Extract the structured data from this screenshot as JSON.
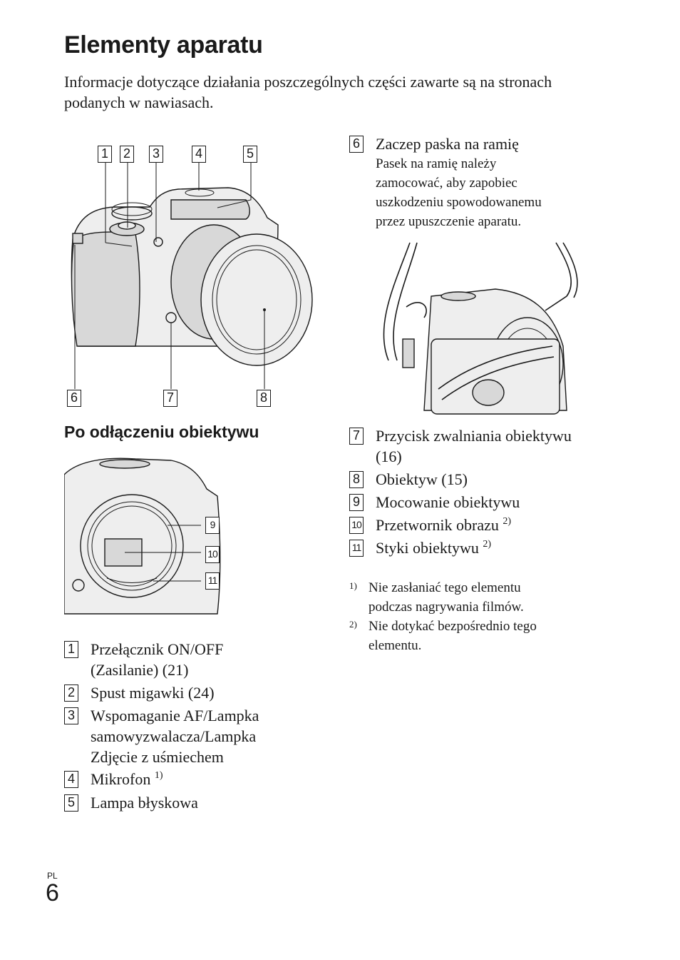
{
  "page": {
    "title": "Elementy aparatu",
    "intro": "Informacje dotyczące działania poszczególnych części zawarte są na stronach podanych w nawiasach.",
    "subtitle": "Po odłączeniu obiektywu",
    "lang": "PL",
    "page_number": "6"
  },
  "callouts": {
    "c1": "1",
    "c2": "2",
    "c3": "3",
    "c4": "4",
    "c5": "5",
    "c6": "6",
    "c7": "7",
    "c8": "8",
    "c9": "9",
    "c10": "10",
    "c11": "11"
  },
  "items": [
    {
      "num": "1",
      "lines": [
        "Przełącznik ON/OFF",
        "(Zasilanie) (21)"
      ]
    },
    {
      "num": "2",
      "lines": [
        "Spust migawki (24)"
      ]
    },
    {
      "num": "3",
      "lines": [
        "Wspomaganie AF/Lampka",
        "samowyzwalacza/Lampka",
        "Zdjęcie z uśmiechem"
      ]
    },
    {
      "num": "4",
      "text": "Mikrofon",
      "sup": "1)"
    },
    {
      "num": "5",
      "lines": [
        "Lampa błyskowa"
      ]
    },
    {
      "num": "6",
      "text": "Zaczep paska na ramię",
      "desc": [
        "Pasek na ramię należy",
        "zamocować, aby zapobiec",
        "uszkodzeniu spowodowanemu",
        "przez upuszczenie aparatu."
      ]
    },
    {
      "num": "7",
      "lines": [
        "Przycisk zwalniania obiektywu",
        "(16)"
      ]
    },
    {
      "num": "8",
      "lines": [
        "Obiektyw (15)"
      ]
    },
    {
      "num": "9",
      "lines": [
        "Mocowanie obiektywu"
      ]
    },
    {
      "num": "10",
      "text": "Przetwornik obrazu",
      "sup": "2)"
    },
    {
      "num": "11",
      "text": "Styki obiektywu",
      "sup": "2)"
    }
  ],
  "footnotes": [
    {
      "mark": "1)",
      "lines": [
        "Nie zasłaniać tego elementu",
        "podczas nagrywania filmów."
      ]
    },
    {
      "mark": "2)",
      "lines": [
        "Nie dotykać bezpośrednio tego",
        "elementu."
      ]
    }
  ]
}
